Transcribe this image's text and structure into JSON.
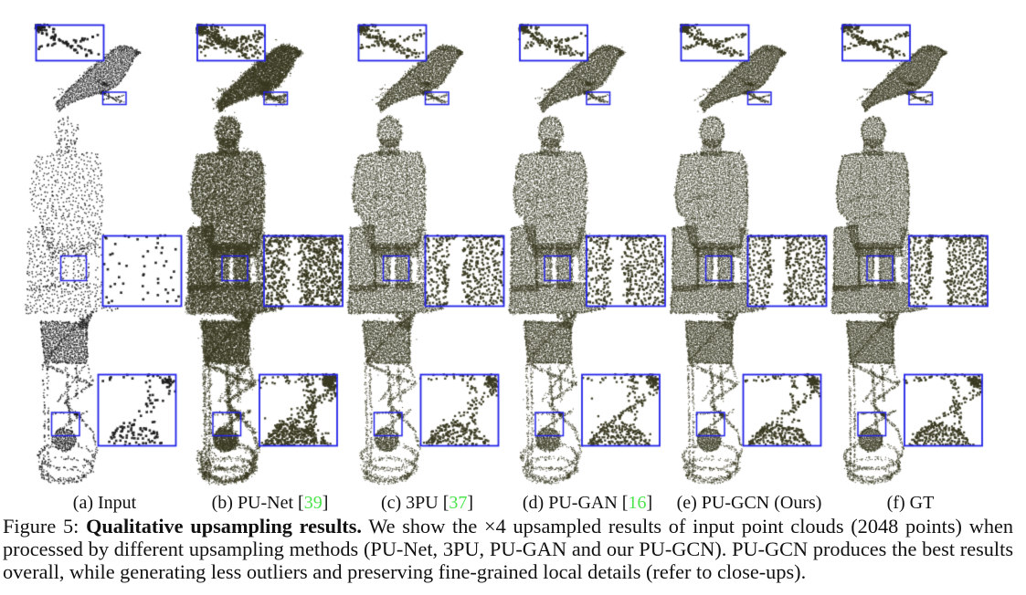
{
  "figure": {
    "description": "Figure 5 qualitative upsampling results: 6 columns of point cloud renderings (bird, statue, sculpture rows) with blue zoom boxes and magnified insets",
    "rows": [
      {
        "id": "bird",
        "name": "bird point cloud"
      },
      {
        "id": "statue",
        "name": "seated statue point cloud"
      },
      {
        "id": "chair",
        "name": "spiral sculpture point cloud"
      }
    ],
    "columns": [
      {
        "id": "a",
        "method": "Input"
      },
      {
        "id": "b",
        "method": "PU-Net"
      },
      {
        "id": "c",
        "method": "3PU"
      },
      {
        "id": "d",
        "method": "PU-GAN"
      },
      {
        "id": "e",
        "method": "PU-GCN (Ours)"
      },
      {
        "id": "f",
        "method": "GT"
      }
    ],
    "colors": {
      "point_ink": "#3a3a22",
      "input_ink": "#1e1e1e",
      "zoom_box_blue": "#2222e8",
      "citation_green": "#4CE44C",
      "text_ink": "#111111",
      "background": "#ffffff"
    }
  },
  "labels": [
    {
      "pre": "(a) Input",
      "cite": "",
      "post": ""
    },
    {
      "pre": "(b) PU-Net [",
      "cite": "39",
      "post": "]"
    },
    {
      "pre": "(c) 3PU [",
      "cite": "37",
      "post": "]"
    },
    {
      "pre": "(d) PU-GAN [",
      "cite": "16",
      "post": "]"
    },
    {
      "pre": "(e) PU-GCN (Ours)",
      "cite": "",
      "post": ""
    },
    {
      "pre": "(f) GT",
      "cite": "",
      "post": ""
    }
  ],
  "caption": {
    "line1_prefix": "Figure 5: ",
    "line1_bold": "Qualitative upsampling results.",
    "line1_rest": " We show the ×4 upsampled results of input point clouds (2048 points) when",
    "line2": "processed by different upsampling methods (PU-Net, 3PU, PU-GAN and our PU-GCN). PU-GCN produces the best results",
    "line3": "overall, while generating less outliers and preserving fine-grained local details (refer to close-ups)."
  }
}
